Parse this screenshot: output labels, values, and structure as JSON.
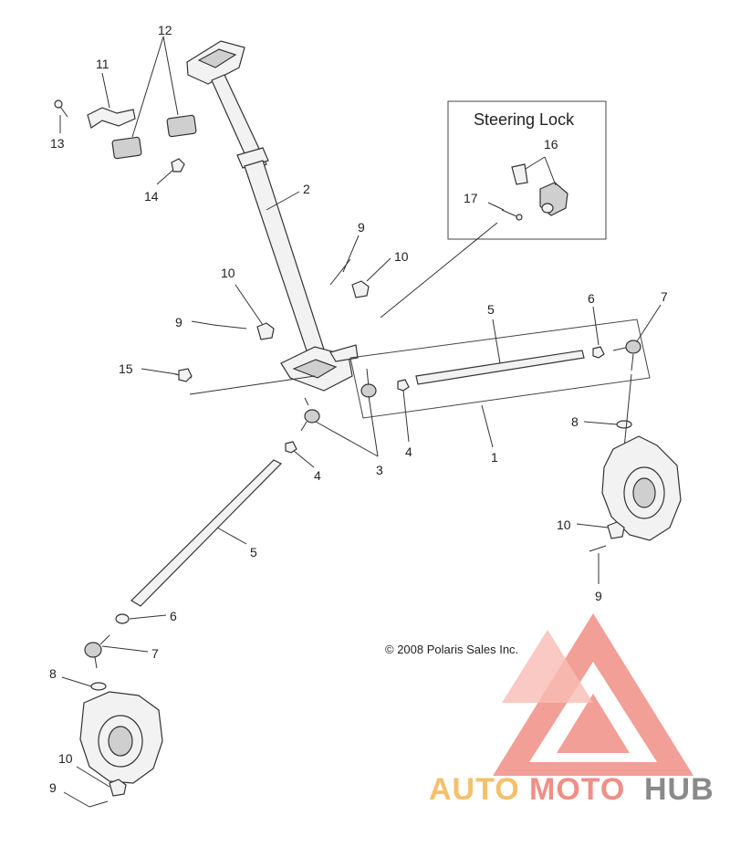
{
  "diagram": {
    "inset_title": "Steering Lock",
    "copyright": "© 2008 Polaris Sales Inc.",
    "callouts": {
      "c12": "12",
      "c11": "11",
      "c13": "13",
      "c14": "14",
      "c2": "2",
      "c9a": "9",
      "c10a": "10",
      "c10b": "10",
      "c9b": "9",
      "c15": "15",
      "c16": "16",
      "c17": "17",
      "c5a": "5",
      "c6a": "6",
      "c7a": "7",
      "c8a": "8",
      "c10c": "10",
      "c9c": "9",
      "c3": "3",
      "c4a": "4",
      "c4b": "4",
      "c1": "1",
      "c5b": "5",
      "c6b": "6",
      "c7b": "7",
      "c8b": "8",
      "c10d": "10",
      "c9d": "9"
    },
    "watermark": {
      "part1": "AUTO",
      "part2": "MOTO",
      "part3": "HUB"
    },
    "colors": {
      "wm_red": "#f08f86",
      "wm_orange": "#f5c06a",
      "wm_gray": "#8a8a8a"
    }
  }
}
